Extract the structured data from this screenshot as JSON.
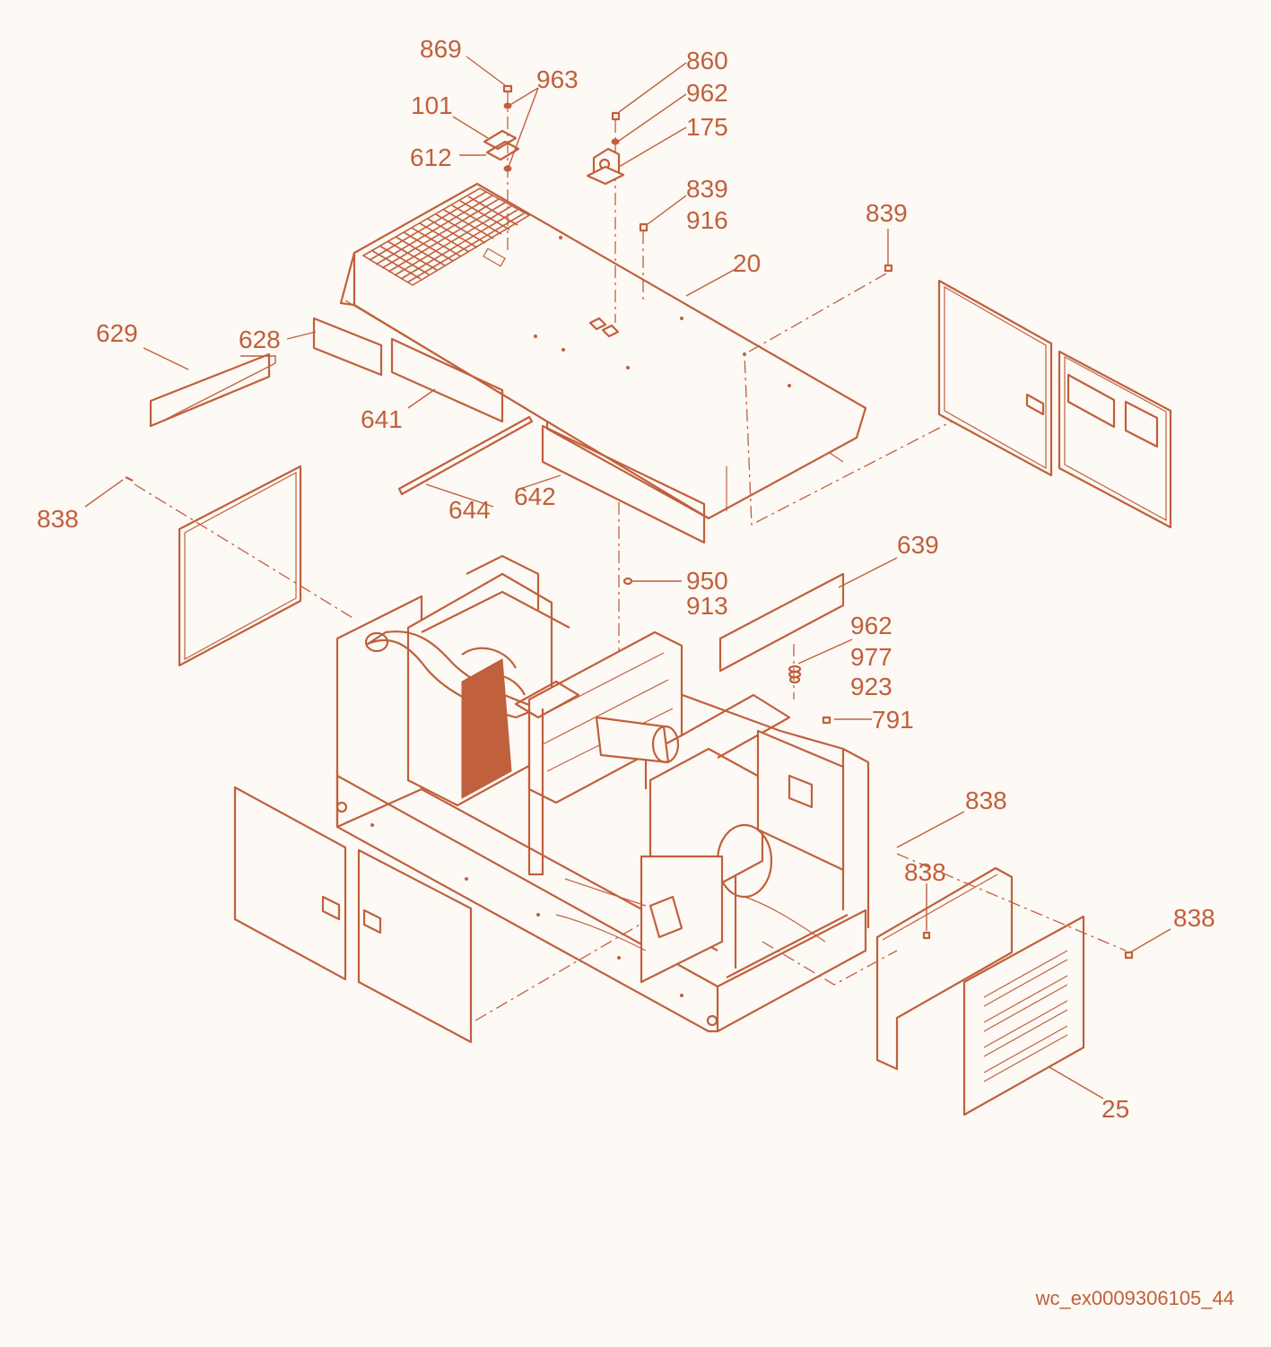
{
  "colors": {
    "line": "#c0603c",
    "background": "#fdf9f5"
  },
  "callouts": [
    {
      "id": "c869",
      "text": "869"
    },
    {
      "id": "c963",
      "text": "963"
    },
    {
      "id": "c101",
      "text": "101"
    },
    {
      "id": "c612",
      "text": "612"
    },
    {
      "id": "c860",
      "text": "860"
    },
    {
      "id": "c962a",
      "text": "962"
    },
    {
      "id": "c175",
      "text": "175"
    },
    {
      "id": "c839a",
      "text": "839"
    },
    {
      "id": "c916",
      "text": "916"
    },
    {
      "id": "c839b",
      "text": "839"
    },
    {
      "id": "c20",
      "text": "20"
    },
    {
      "id": "c629",
      "text": "629"
    },
    {
      "id": "c628",
      "text": "628"
    },
    {
      "id": "c641",
      "text": "641"
    },
    {
      "id": "c644",
      "text": "644"
    },
    {
      "id": "c642",
      "text": "642"
    },
    {
      "id": "c838a",
      "text": "838"
    },
    {
      "id": "c639",
      "text": "639"
    },
    {
      "id": "c950",
      "text": "950"
    },
    {
      "id": "c913",
      "text": "913"
    },
    {
      "id": "c962b",
      "text": "962"
    },
    {
      "id": "c977",
      "text": "977"
    },
    {
      "id": "c923",
      "text": "923"
    },
    {
      "id": "c791",
      "text": "791"
    },
    {
      "id": "c838b",
      "text": "838"
    },
    {
      "id": "c838c",
      "text": "838"
    },
    {
      "id": "c838d",
      "text": "838"
    },
    {
      "id": "c25",
      "text": "25"
    }
  ],
  "document_id": "wc_ex0009306105_44"
}
